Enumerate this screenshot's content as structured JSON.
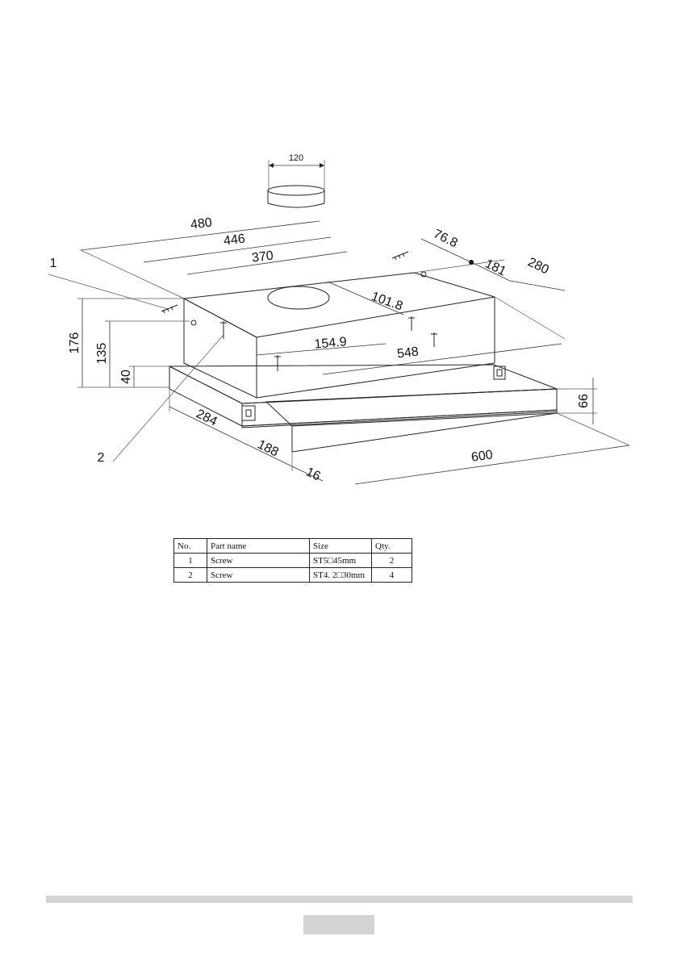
{
  "dimensions": {
    "duct_diameter": "120",
    "width_480": "480",
    "width_446": "446",
    "width_370": "370",
    "d_76_8": "76.8",
    "d_181": "181",
    "d_280": "280",
    "d_101_8": "101.8",
    "d_154_9": "154.9",
    "d_548": "548",
    "h_176": "176",
    "h_135": "135",
    "h_40": "40",
    "h_66": "66",
    "d_284": "284",
    "d_188": "188",
    "d_16": "16",
    "w_600": "600"
  },
  "callouts": {
    "c1": "1",
    "c2": "2"
  },
  "parts_table": {
    "headers": [
      "No.",
      "Part name",
      "Size",
      "Qty."
    ],
    "rows": [
      [
        "1",
        "Screw",
        "ST5□45mm",
        "2"
      ],
      [
        "2",
        "Screw",
        "ST4. 2□30mm",
        "4"
      ]
    ]
  }
}
